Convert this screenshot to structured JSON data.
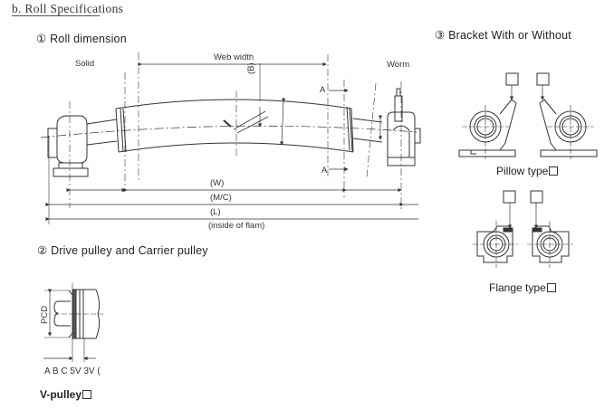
{
  "header": {
    "title": "b.  Roll Specifications"
  },
  "section1": {
    "title": "① Roll dimension",
    "labels": {
      "solid": "Solid",
      "web_width": "Web width",
      "worm": "Worm",
      "b": "(B)",
      "a_top": "A",
      "a_bottom": "A",
      "w": "(W)",
      "mc": "(M/C)",
      "l": "(L)",
      "inside_of_flam": "(inside of flam)"
    }
  },
  "section2": {
    "title": "② Drive pulley and Carrier pulley",
    "labels": {
      "pcd": "PCD",
      "types": "A B C 5V 3V ("
    },
    "option": {
      "label": "V-pulley",
      "checked": false
    }
  },
  "section3": {
    "title": "③ Bracket  With or Without",
    "options": [
      {
        "label": "Pillow  type",
        "checked": false
      },
      {
        "label": "Flange  type",
        "checked": false
      }
    ]
  }
}
